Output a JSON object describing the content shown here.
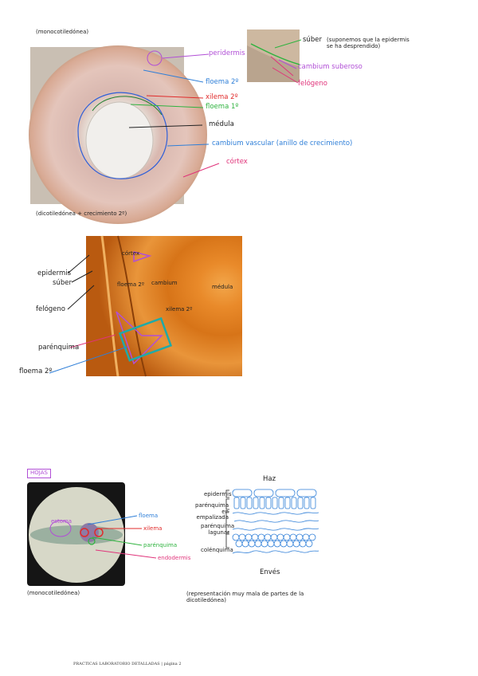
{
  "section1": {
    "top_caption": "(monocotiledónea)",
    "bottom_caption": "(dicotiledónea + crecimiento 2º)",
    "labels": {
      "peridermis": "peridermis",
      "floema2": "floema 2º",
      "xilema2": "xilema 2º",
      "floema1": "floema 1º",
      "medula": "médula",
      "cambium": "cambium vascular (anillo de crecimiento)",
      "cortex": "córtex"
    },
    "inset": {
      "suber": "súber",
      "suber_note": "(suponemos que la epidermis se ha desprendido)",
      "cambium_suberoso": "cambium suberoso",
      "felogeno": "felógeno"
    }
  },
  "section2": {
    "left_labels": {
      "epidermis": "epidermis",
      "suber": "súber",
      "felogeno": "felógeno",
      "parenquima": "parénquima",
      "floema2": "floema 2º"
    },
    "in_image": {
      "cortex": "córtex",
      "floema2": "floema 2º",
      "cambium": "cambium",
      "medula": "médula",
      "xilema2": "xilema 2º"
    }
  },
  "section3": {
    "tag": "HOJAS",
    "photo_labels": {
      "estoma": "estoma",
      "floema": "floema",
      "xilema": "xilema",
      "parenquima": "parénquima",
      "endodermis": "endodermis"
    },
    "photo_caption": "(monocotiledónea)",
    "diagram": {
      "top": "Haz",
      "bottom": "Envés",
      "epidermis": "epidermis",
      "parenquima_empalizada": "parénquima en empalizada",
      "parenquima_lagunar": "parénquima lagunar",
      "colenquima": "colénquima"
    },
    "diagram_caption": "(representación muy mala de partes de la dicotiledónea)"
  },
  "footer": {
    "text": "PRACTICAS LABORATORIO DETALLADAS | página 2"
  },
  "colors": {
    "pink": "#e0337a",
    "purple": "#b14fd6",
    "blue": "#2f7fd8",
    "green": "#2fb33f",
    "red": "#e02b2b",
    "teal": "#1faaa8"
  }
}
